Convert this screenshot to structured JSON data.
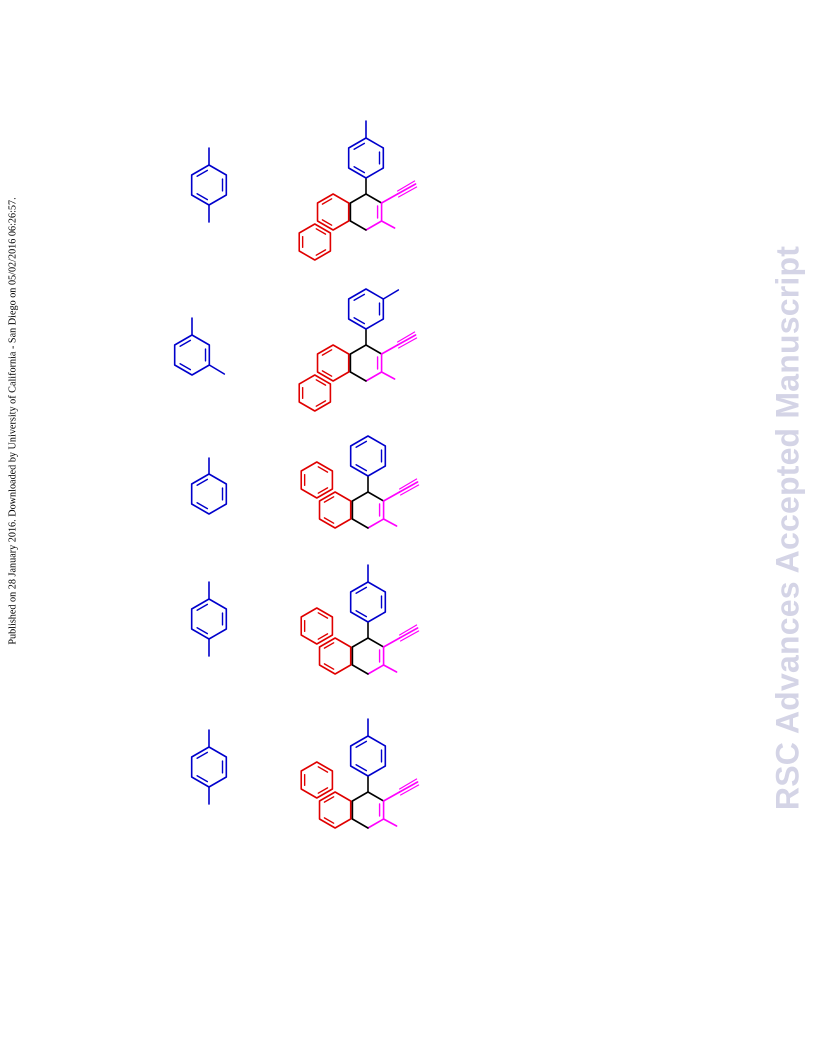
{
  "side_note": "Published on 28 January 2016. Downloaded by University of California - San Diego on 05/02/2016 06:26:57.",
  "watermark": "RSC Advances Accepted Manuscript",
  "colors": {
    "aryl": "#0000cc",
    "naphthol": "#e00000",
    "nitrile": "#ff00ff",
    "core": "#000000",
    "watermark": "#d4d4e6"
  },
  "entries": [
    {
      "aldehyde_aryl": "4-methylphenyl",
      "naphthol": "2-naphthol"
    },
    {
      "aldehyde_aryl": "3-methylphenyl",
      "naphthol": "2-naphthol"
    },
    {
      "aldehyde_aryl": "phenyl",
      "naphthol": "1-naphthol"
    },
    {
      "aldehyde_aryl": "4-methylphenyl",
      "naphthol": "1-naphthol"
    },
    {
      "aldehyde_aryl": "4-methylphenyl",
      "naphthol": "1-naphthol"
    }
  ]
}
